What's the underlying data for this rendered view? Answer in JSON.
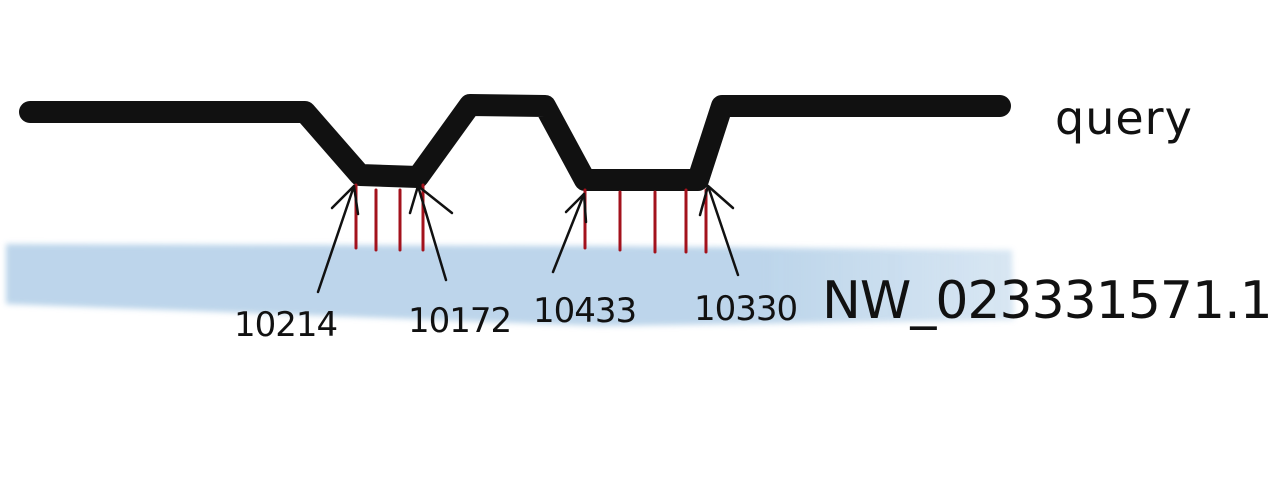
{
  "query": {
    "label": "query"
  },
  "subject": {
    "label": "NW_023331571.1"
  },
  "alignment_breakpoints": [
    {
      "label": "10214"
    },
    {
      "label": "10172"
    },
    {
      "label": "10433"
    },
    {
      "label": "10330"
    }
  ],
  "colors": {
    "query_line": "#111111",
    "subject_band": "#b5d0e8",
    "match_ticks": "#a3121c",
    "ink": "#111111"
  }
}
